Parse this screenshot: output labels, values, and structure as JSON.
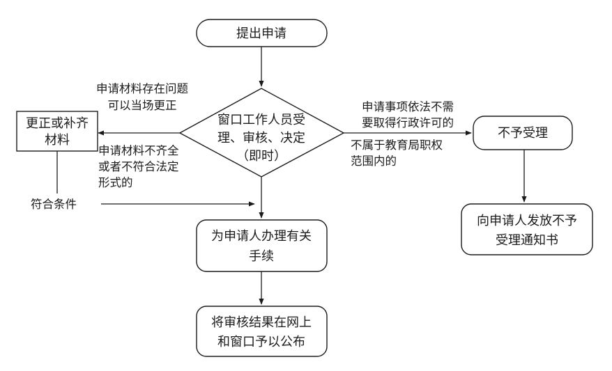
{
  "nodes": {
    "submit": "提出申请",
    "review": [
      "窗口工作人员受",
      "理、审核、决定",
      "（即时）"
    ],
    "correct": [
      "更正或补齐",
      "材料"
    ],
    "reject": "不予受理",
    "reject_notice": [
      "向申请人发放不予",
      "受理通知书"
    ],
    "handle": [
      "为申请人办理有关",
      "手续"
    ],
    "publish": [
      "将审核结果在网上",
      "和窗口予以公布"
    ]
  },
  "labels": {
    "onsite_fix": [
      "申请材料存在问题",
      "可以当场更正"
    ],
    "incomplete": [
      "申请材料不齐全",
      "或者不符合法定",
      "形式的"
    ],
    "no_permit": [
      "申请事项依法不需",
      "要取得行政许可的"
    ],
    "out_of_scope": [
      "不属于教育局职权",
      "范围内的"
    ],
    "qualified": "符合条件"
  },
  "colors": {
    "stroke": "#1a1a1a",
    "background": "#ffffff"
  }
}
